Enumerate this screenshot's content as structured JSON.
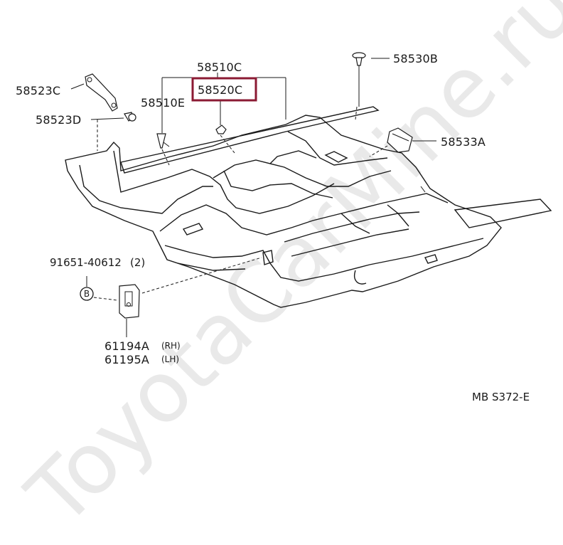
{
  "watermark": "ToyotaCarMine.ru",
  "highlight_color": "#8b1a33",
  "diagram_ref": "MB S372-E",
  "labels": {
    "p58523C": "58523C",
    "p58523D": "58523D",
    "p58510C": "58510C",
    "p58520C": "58520C",
    "p58510E": "58510E",
    "p58530B": "58530B",
    "p58533A": "58533A",
    "p91651": "91651-40612",
    "p91651_qty": "(2)",
    "bolt_symbol": "B",
    "p61194A": "61194A",
    "p61194A_side": "(RH)",
    "p61195A": "61195A",
    "p61195A_side": "(LH)"
  }
}
